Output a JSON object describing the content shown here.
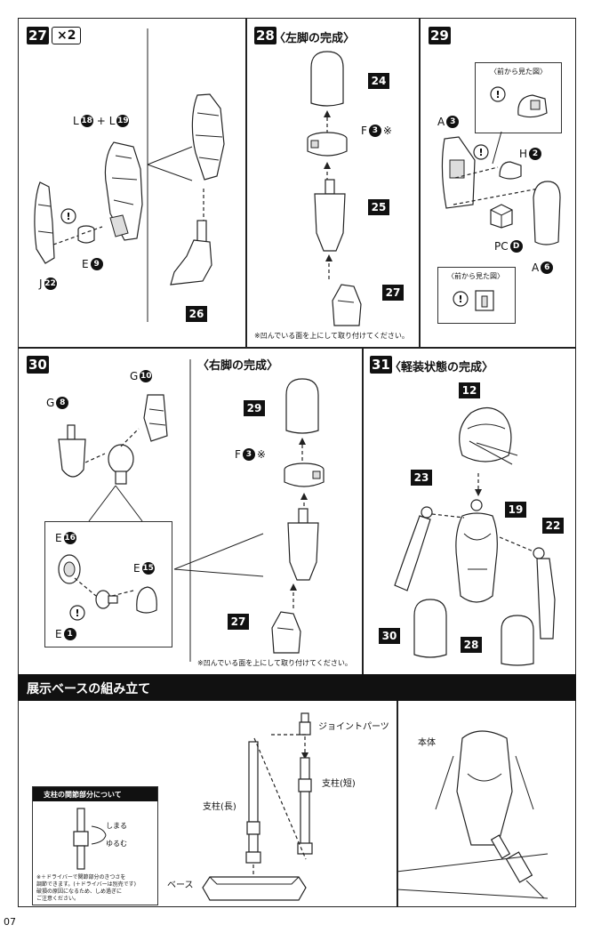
{
  "page_number": "07",
  "step27": {
    "num": "27",
    "mult": "×2",
    "label_l": "L",
    "part_l1": "18",
    "plus": "+",
    "part_l2": "19",
    "label_e": "E",
    "part_e": "9",
    "label_j": "J",
    "part_j": "22",
    "tag": "26"
  },
  "step28": {
    "num": "28",
    "title": "〈左脚の完成〉",
    "tag_top": "24",
    "label_f": "F",
    "part_f": "3",
    "mark": "※",
    "tag_mid": "25",
    "tag_bottom": "27",
    "note": "※凹んでいる面を上にして取り付けてください。"
  },
  "step29": {
    "num": "29",
    "callout1": "〈前から見た図〉",
    "label_a": "A",
    "part_a": "3",
    "label_h": "H",
    "part_h": "2",
    "label_pc": "PC",
    "part_pc": "D",
    "label_a2": "A",
    "part_a2": "6",
    "callout2": "〈前から見た図〉"
  },
  "step30": {
    "num": "30",
    "label_g1": "G",
    "part_g1": "8",
    "label_g2": "G",
    "part_g2": "10",
    "label_e16": "E",
    "part_e16": "16",
    "label_e15": "E",
    "part_e15": "15",
    "label_e1": "E",
    "part_e1": "1"
  },
  "right_leg": {
    "title": "〈右脚の完成〉",
    "tag_top": "29",
    "label_f": "F",
    "part_f": "3",
    "mark": "※",
    "tag_bottom": "27",
    "note": "※凹んでいる面を上にして取り付けてください。"
  },
  "step31": {
    "num": "31",
    "title": "〈軽装状態の完成〉",
    "tag_head": "12",
    "tag_body": "19",
    "tag_arm_l": "23",
    "tag_arm_r": "22",
    "tag_leg_l": "30",
    "tag_leg_r": "28"
  },
  "base": {
    "banner": "展示ベースの組み立て",
    "joint": "ジョイントパーツ",
    "pillar_short": "支柱(短)",
    "pillar_long": "支柱(長)",
    "base_label": "ベース",
    "body_label": "本体",
    "callout_title": "支柱の関節部分について",
    "tighten": "しまる",
    "loosen": "ゆるむ",
    "callout_note1": "※＋ドライバーで関節部分のきつさを",
    "callout_note2": "調節できます。(＋ドライバーは別売です)",
    "callout_note3": "破損の原因になるため、しめ過ぎに",
    "callout_note4": "ご注意ください。"
  }
}
